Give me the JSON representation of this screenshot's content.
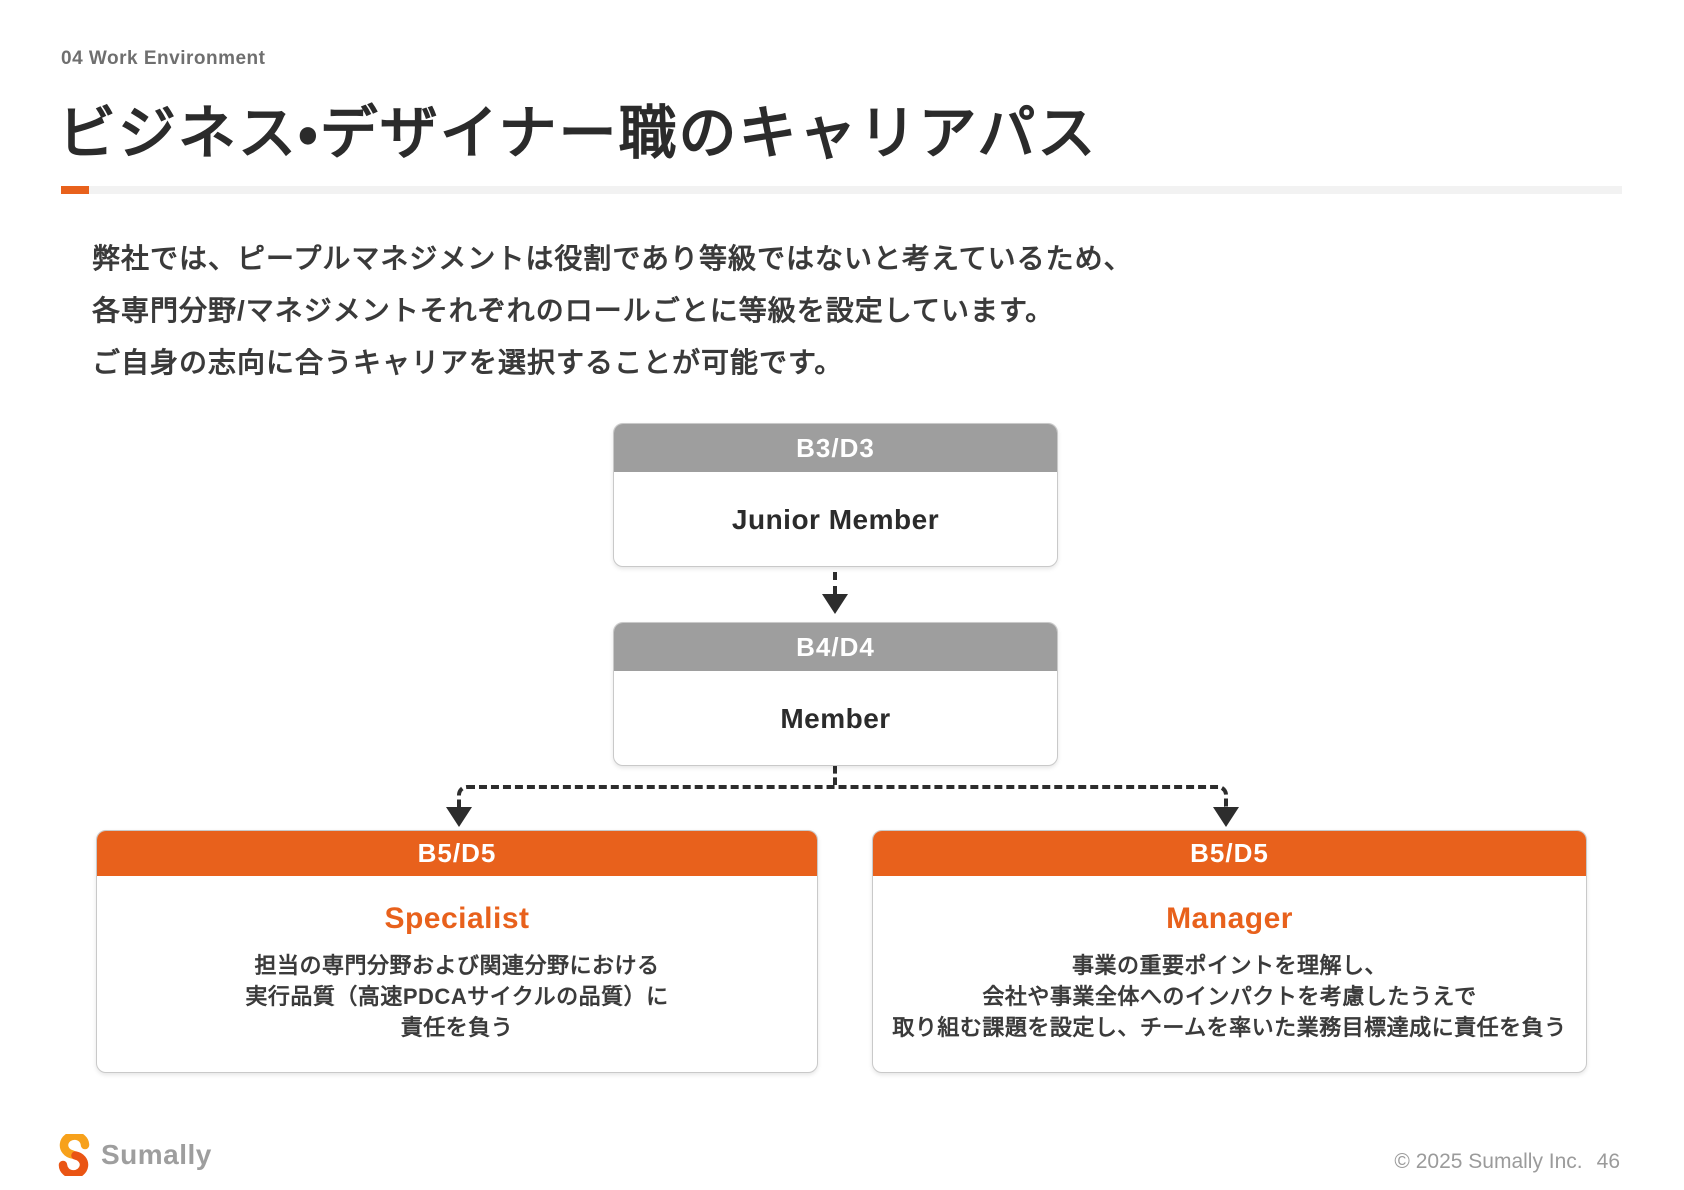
{
  "slide": {
    "eyebrow": "04 Work Environment",
    "title": "ビジネス・デザイナー職のキャリアパス",
    "intro_lines": [
      "弊社では、ピープルマネジメントは役割であり等級ではないと考えているため、",
      "各専門分野/マネジメントそれぞれのロールごとに等級を設定しています。",
      "ご自身の志向に合うキャリアを選択することが可能です。"
    ]
  },
  "diagram": {
    "top": {
      "grade": "B3/D3",
      "role": "Junior Member"
    },
    "mid": {
      "grade": "B4/D4",
      "role": "Member"
    },
    "left": {
      "grade": "B5/D5",
      "role": "Specialist",
      "desc_lines": [
        "担当の専門分野および関連分野における",
        "実行品質（高速PDCAサイクルの品質）に",
        "責任を負う"
      ]
    },
    "right": {
      "grade": "B5/D5",
      "role": "Manager",
      "desc_lines": [
        "事業の重要ポイントを理解し、",
        "会社や事業全体へのインパクトを考慮したうえで",
        "取り組む課題を設定し、チームを率いた業務目標達成に責任を負う"
      ]
    }
  },
  "footer": {
    "brand": "Sumally",
    "copyright": "© 2025 Sumally Inc.",
    "page": "46"
  },
  "colors": {
    "accent_orange": "#e8611c",
    "grade_gray": "#9e9e9e",
    "logo_amber": "#f7a11b",
    "logo_red_orange": "#ea5514",
    "text_dark": "#2b2b2b",
    "muted_gray": "#9b9b9b"
  }
}
